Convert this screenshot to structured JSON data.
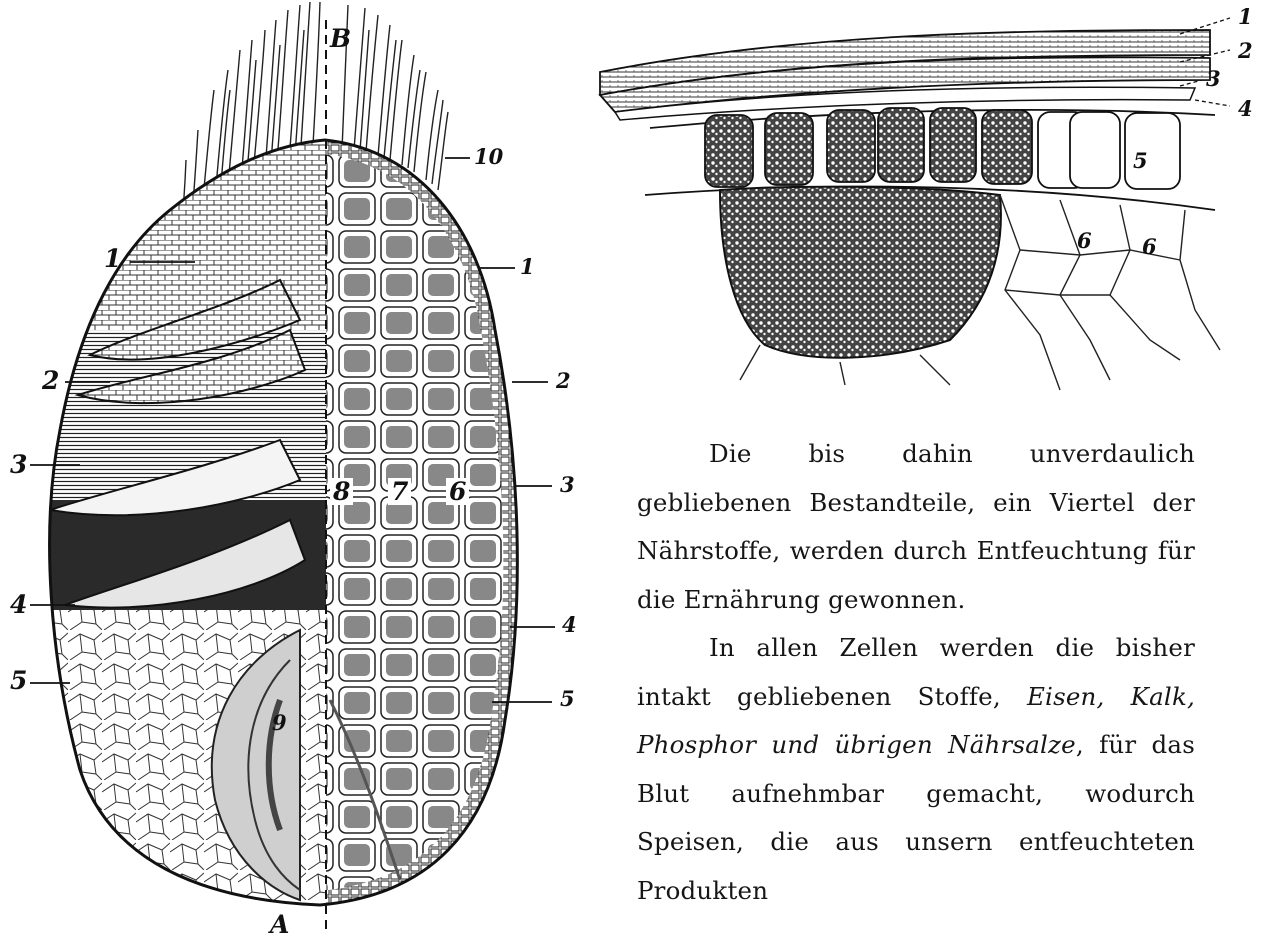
{
  "left_figure": {
    "labels": {
      "B": "B",
      "A": "A",
      "n10": "10",
      "left_1": "1",
      "left_2": "2",
      "left_3": "3",
      "left_4": "4",
      "left_5": "5",
      "right_1": "1",
      "right_2": "2",
      "right_3": "3",
      "right_4": "4",
      "right_5": "5",
      "c8": "8",
      "c7": "7",
      "c6": "6",
      "c9": "9"
    }
  },
  "right_figure": {
    "labels": {
      "r1": "1",
      "r2": "2",
      "r3": "3",
      "r4": "4",
      "r5": "5",
      "r6a": "6",
      "r6b": "6"
    }
  },
  "text": {
    "p1": "Die bis dahin unverdaulich gebliebenen Bestandteile, ein Viertel der Nährstoffe, werden durch Entfeuchtung für die Ernährung gewonnen.",
    "p2_a": "In allen Zellen werden die bisher intakt gebliebenen Stoffe, ",
    "p2_em": "Eisen, Kalk, Phosphor und übrigen Nährsalze",
    "p2_b": ", für das Blut aufnehmbar gemacht, wodurch Speisen, die aus unsern entfeuchteten Produkten"
  }
}
